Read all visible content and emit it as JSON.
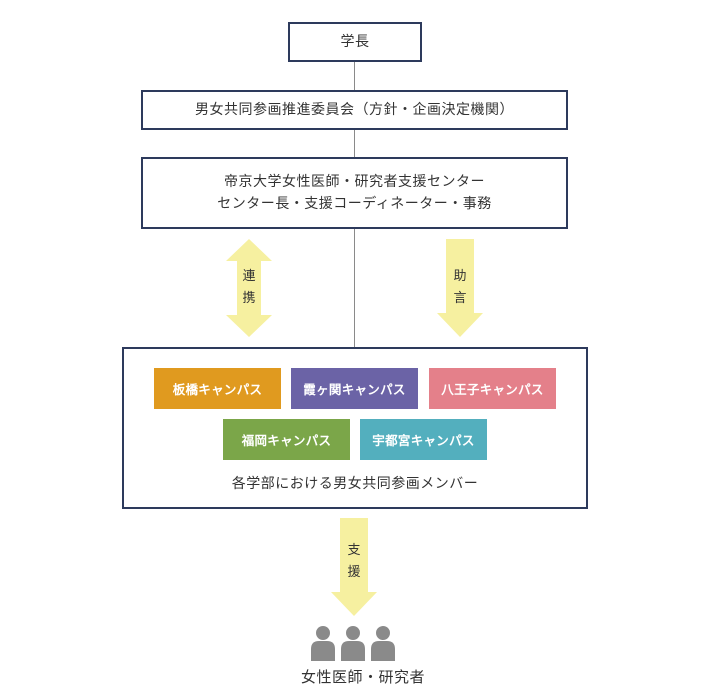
{
  "boxes": {
    "president": "学長",
    "committee": "男女共同参画推進委員会（方針・企画決定機関）",
    "center_line1": "帝京大学女性医師・研究者支援センター",
    "center_line2": "センター長・支援コーディネーター・事務"
  },
  "arrows": {
    "cooperation_1": "連",
    "cooperation_2": "携",
    "advice_1": "助",
    "advice_2": "言",
    "support_1": "支",
    "support_2": "援"
  },
  "campuses": [
    {
      "label": "板橋キャンパス",
      "color": "#e09a1f"
    },
    {
      "label": "霞ヶ関キャンパス",
      "color": "#6b63a6"
    },
    {
      "label": "八王子キャンパス",
      "color": "#e4808a"
    },
    {
      "label": "福岡キャンパス",
      "color": "#7ba649"
    },
    {
      "label": "宇都宮キャンパス",
      "color": "#53afbe"
    }
  ],
  "members_label": "各学部における男女共同参画メンバー",
  "bottom_label": "女性医師・研究者",
  "colors": {
    "box_border": "#2d3a5c",
    "arrow_fill": "#f6f0a0",
    "person_fill": "#8a8a8a"
  }
}
